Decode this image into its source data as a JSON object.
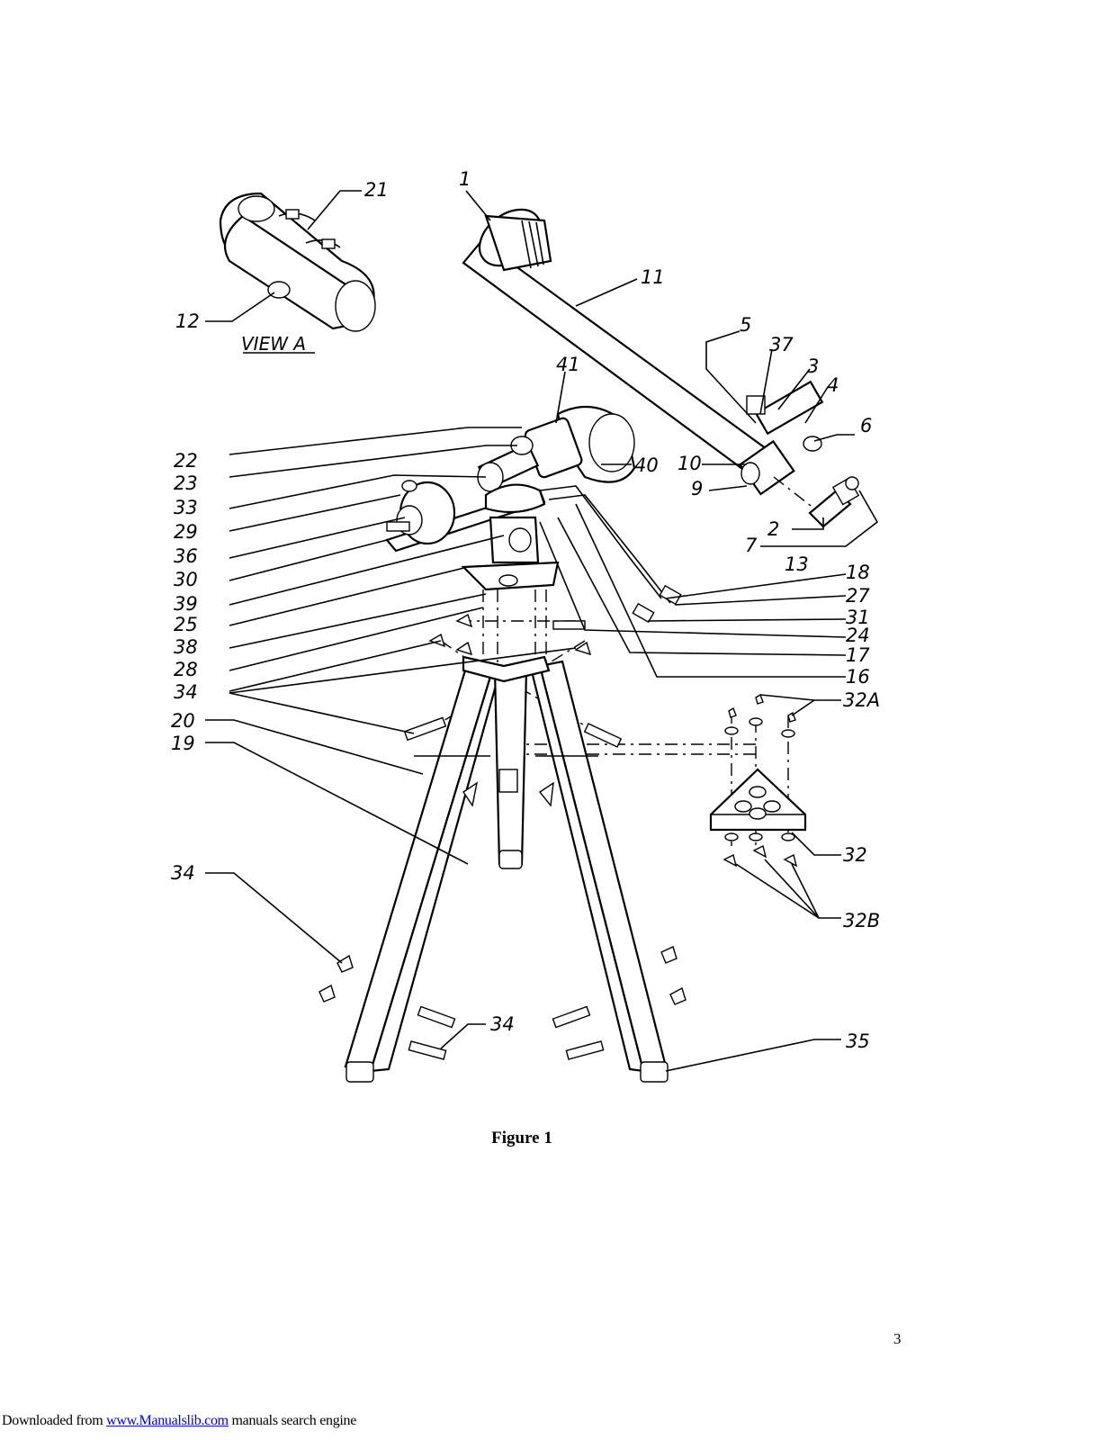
{
  "figure": {
    "caption": "Figure 1",
    "view_label": "VIEW A",
    "callouts": [
      "1",
      "2",
      "3",
      "4",
      "5",
      "6",
      "7",
      "9",
      "10",
      "11",
      "12",
      "13",
      "16",
      "17",
      "18",
      "19",
      "20",
      "21",
      "22",
      "23",
      "24",
      "25",
      "27",
      "28",
      "29",
      "30",
      "31",
      "32",
      "32A",
      "32B",
      "33",
      "34",
      "34",
      "34",
      "35",
      "36",
      "37",
      "38",
      "39",
      "40",
      "41"
    ]
  },
  "page_number": "3",
  "footer": {
    "prefix": "Downloaded from ",
    "link_text": "www.Manualslib.com",
    "suffix": " manuals search engine"
  }
}
